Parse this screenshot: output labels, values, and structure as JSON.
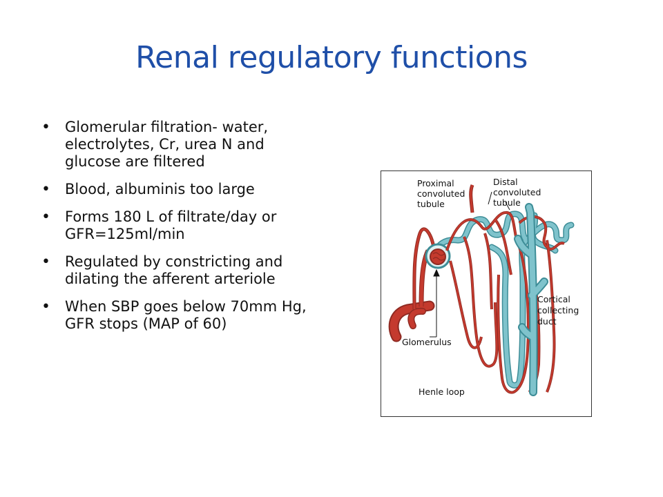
{
  "slide": {
    "title": "Renal regulatory functions"
  },
  "bullets": [
    "Glomerular filtration- water, electrolytes, Cr, urea N and glucose are filtered",
    "Blood, albuminis too large",
    "Forms 180 L of filtrate/day or GFR=125ml/min",
    "Regulated by constricting and dilating the afferent arteriole",
    "When SBP goes below 70mm Hg, GFR stops (MAP of 60)"
  ],
  "diagram": {
    "labels": {
      "proximal": [
        "Proximal",
        "convoluted",
        "tubule"
      ],
      "distal": [
        "Distal",
        "convoluted",
        "tubule"
      ],
      "cortical": [
        "Cortical",
        "collecting",
        "duct"
      ],
      "glomerulus": "Glomerulus",
      "henle": "Henle loop"
    },
    "colors": {
      "vessel": "#c43a2e",
      "vessel_dark": "#8f2a22",
      "tubule": "#7fc3cc",
      "tubule_dark": "#3d8d97",
      "title": "#1f4fa8"
    }
  }
}
